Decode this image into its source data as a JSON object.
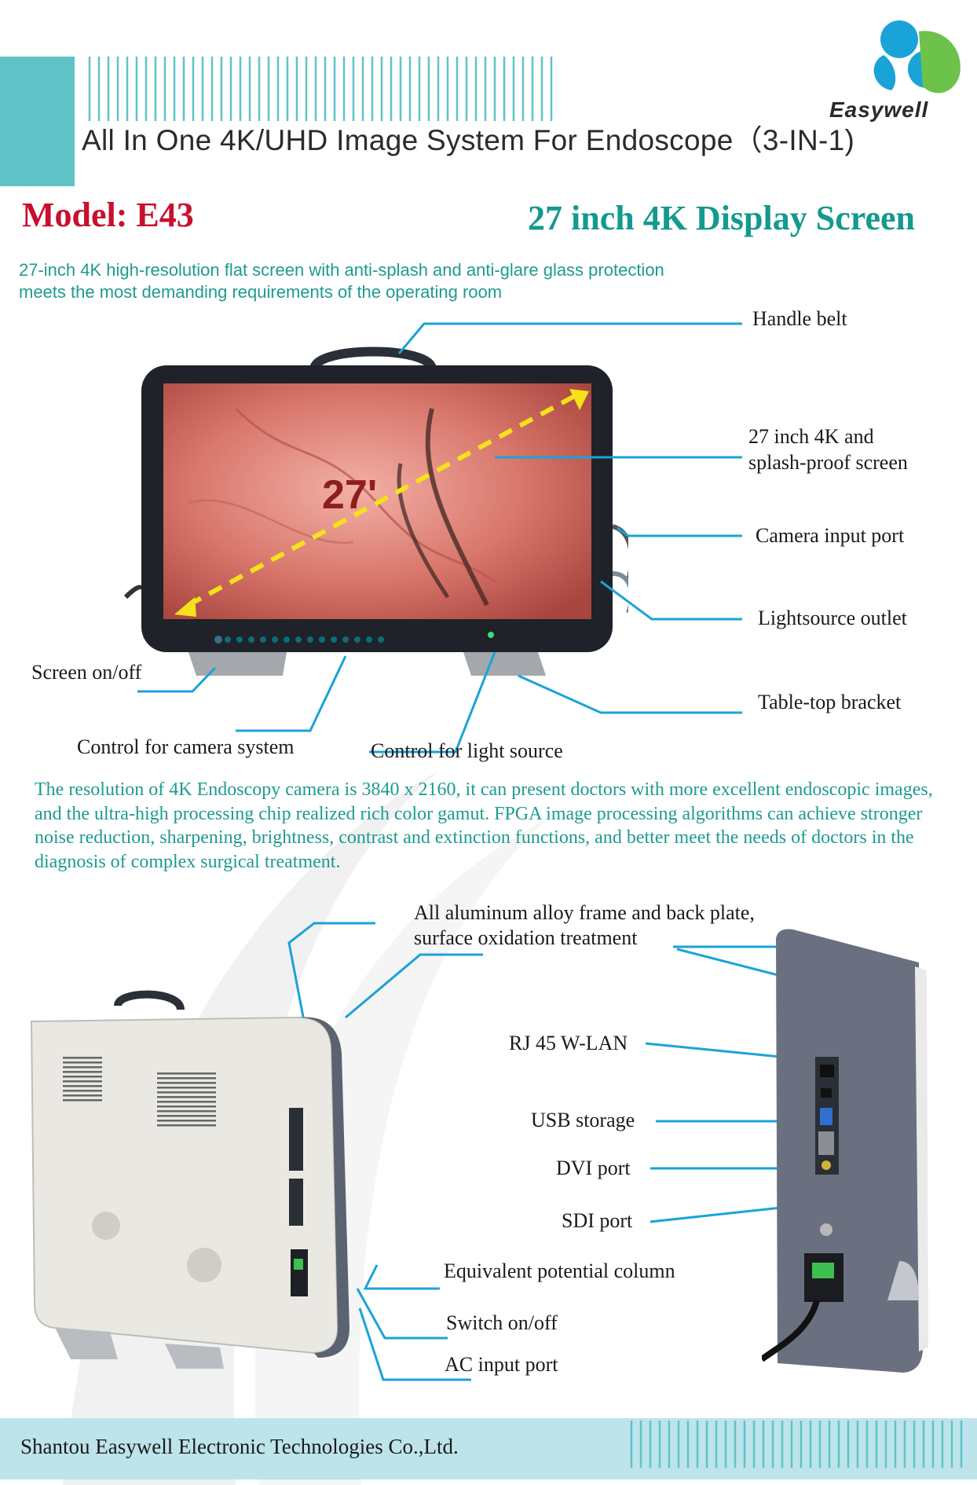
{
  "header": {
    "title": "All In One 4K/UHD Image System For Endoscope（3-IN-1)",
    "logo_text": "Easywell"
  },
  "model": "Model: E43",
  "display_heading": "27 inch 4K Display Screen",
  "intro": "27-inch 4K high-resolution flat screen with anti-splash and anti-glare glass protection meets the most demanding requirements of the operating room",
  "screen_size_mark": "27'",
  "front_callouts": {
    "handle_belt": "Handle belt",
    "screen_line1": "27 inch 4K and",
    "screen_line2": "splash-proof screen",
    "camera_input": "Camera input port",
    "lightsource_outlet": "Lightsource outlet",
    "table_top_bracket": "Table-top bracket",
    "screen_onoff": "Screen on/off",
    "camera_control": "Control for camera system",
    "light_control": "Control for light source"
  },
  "description": "The resolution of 4K Endoscopy camera is 3840 x 2160, it can present doctors with more excellent endoscopic images, and the ultra-high processing chip realized rich color gamut. FPGA image processing algorithms can achieve stronger noise reduction, sharpening, brightness, contrast and extinction functions, and better meet the needs of doctors in the diagnosis of complex surgical treatment.",
  "rear_callouts": {
    "frame_line1": "All aluminum alloy frame and back plate,",
    "frame_line2": "surface oxidation treatment",
    "rj45": "RJ 45 W-LAN",
    "usb": "USB storage",
    "dvi": "DVI port",
    "sdi": "SDI port",
    "equipotential": "Equivalent potential column",
    "switch": "Switch on/off",
    "ac_input": "AC input port"
  },
  "footer": {
    "company": "Shantou Easywell Electronic Technologies Co.,Ltd."
  },
  "colors": {
    "accent_teal": "#5fc3c8",
    "heading_green": "#139a8f",
    "model_red": "#c8102e",
    "callout_line": "#1aa3d8",
    "footer_bar": "#bde4ea"
  }
}
